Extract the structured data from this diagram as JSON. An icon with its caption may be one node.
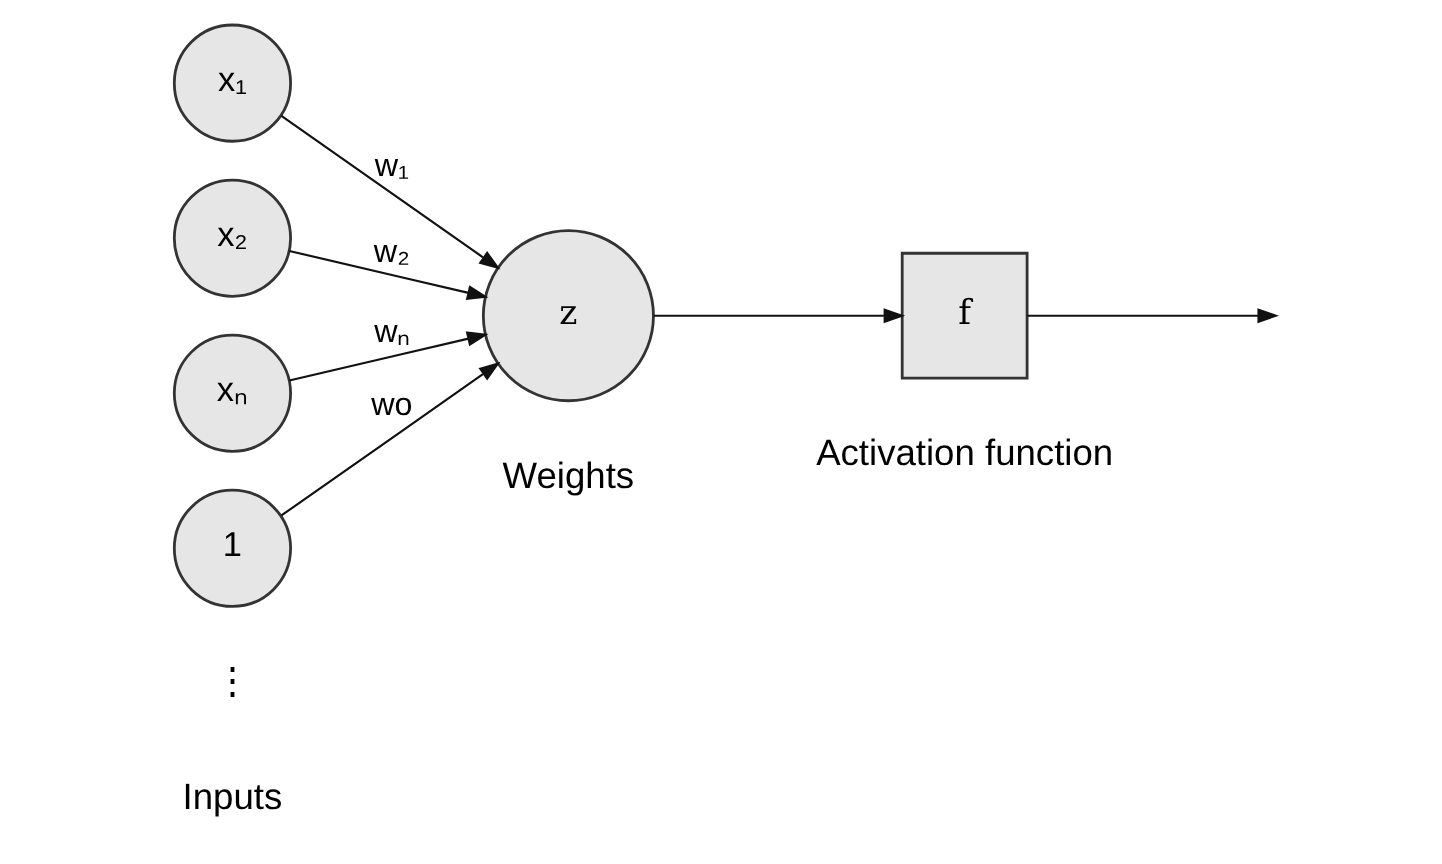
{
  "diagram": {
    "nodes": [
      {
        "text": [
          "x₁"
        ]
      },
      {
        "text": [
          "x₂"
        ]
      },
      {
        "text": [
          "xₙ"
        ]
      },
      {
        "text": [
          "1"
        ]
      },
      {
        "text": [
          "z"
        ]
      },
      {
        "text": [
          "f"
        ]
      }
    ],
    "edges": [
      {
        "from": 0,
        "to": 4,
        "arrow": "to",
        "label": "w₁"
      },
      {
        "from": 1,
        "to": 4,
        "arrow": "to",
        "label": "w₂"
      },
      {
        "from": 2,
        "to": 4,
        "arrow": "to",
        "label": "wₙ"
      },
      {
        "from": 3,
        "to": 4,
        "arrow": "to",
        "label": "wo"
      },
      {
        "from": 4,
        "to": 5,
        "arrow": "to"
      },
      {
        "from": 5,
        "to": null,
        "arrow": "to"
      }
    ],
    "labels": [
      "Inputs",
      "Weights",
      "Activation function",
      "⋮"
    ]
  }
}
